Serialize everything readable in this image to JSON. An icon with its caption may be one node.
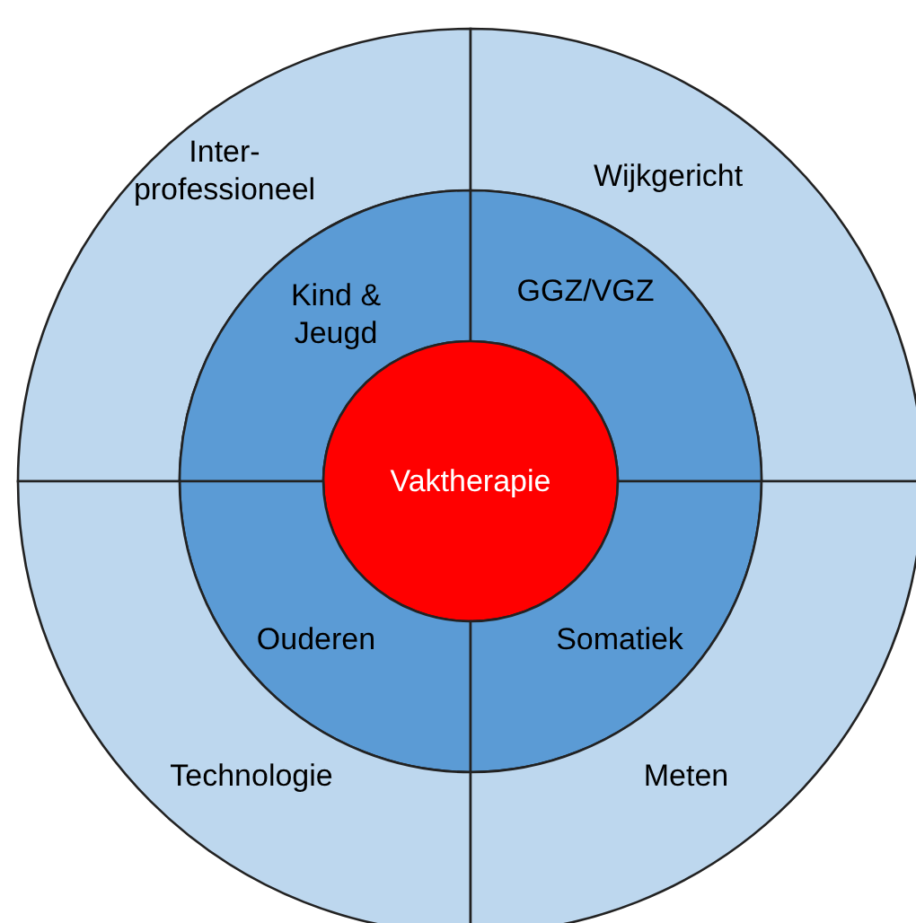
{
  "diagram": {
    "nodes": [
      {
        "text": [
          "Inter- professioneel"
        ]
      },
      {
        "text": [
          "Wijkgericht"
        ]
      },
      {
        "text": [
          "Kind & Jeugd"
        ]
      },
      {
        "text": [
          "GGZ/VGZ"
        ]
      },
      {
        "text": [
          "Vaktherapie"
        ]
      },
      {
        "text": [
          "Ouderen"
        ]
      },
      {
        "text": [
          "Somatiek"
        ]
      },
      {
        "text": [
          "Technologie"
        ]
      },
      {
        "text": [
          "Meten"
        ]
      }
    ]
  }
}
